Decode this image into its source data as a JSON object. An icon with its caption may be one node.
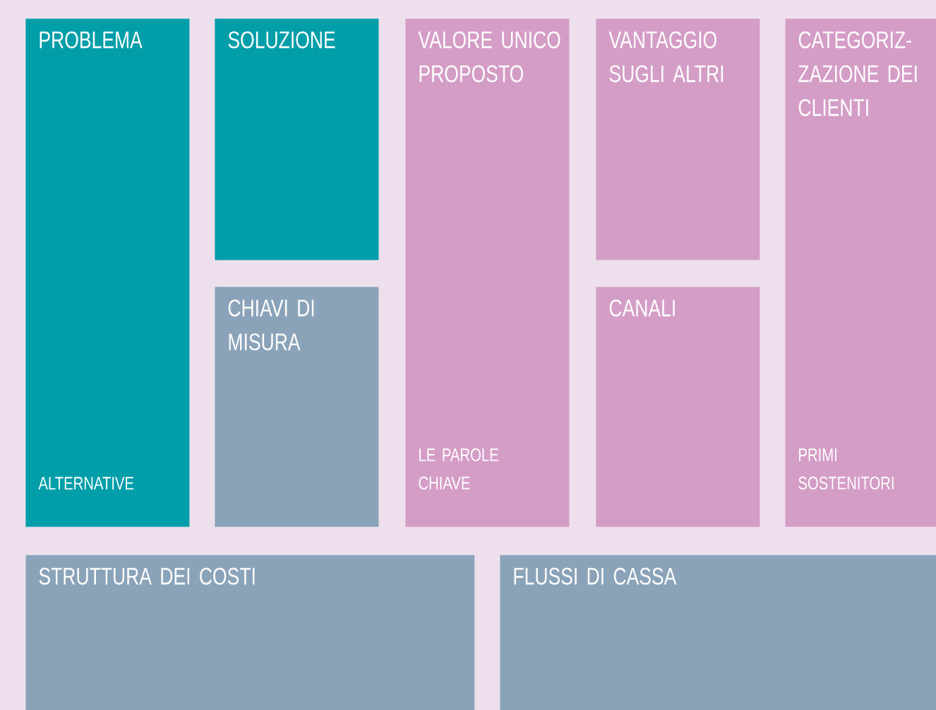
{
  "diagram": {
    "nodes": [
      {
        "text": [
          "PROBLEMA",
          "ALTERNATIVE"
        ]
      },
      {
        "text": [
          "SOLUZIONE"
        ]
      },
      {
        "text": [
          "VALORE UNICO PROPOSTO",
          "LE PAROLE CHIAVE"
        ]
      },
      {
        "text": [
          "VANTAGGIO SUGLI ALTRI"
        ]
      },
      {
        "text": [
          "CATEGORIZ-ZAZIONE DEI CLIENTI",
          "PRIMI SOSTENITORI"
        ]
      },
      {
        "text": [
          "CHIAVI DI MISURA"
        ]
      },
      {
        "text": [
          "CANALI"
        ]
      },
      {
        "text": [
          "STRUTTURA DEI COSTI"
        ]
      },
      {
        "text": [
          "FLUSSI DI CASSA"
        ]
      }
    ]
  }
}
